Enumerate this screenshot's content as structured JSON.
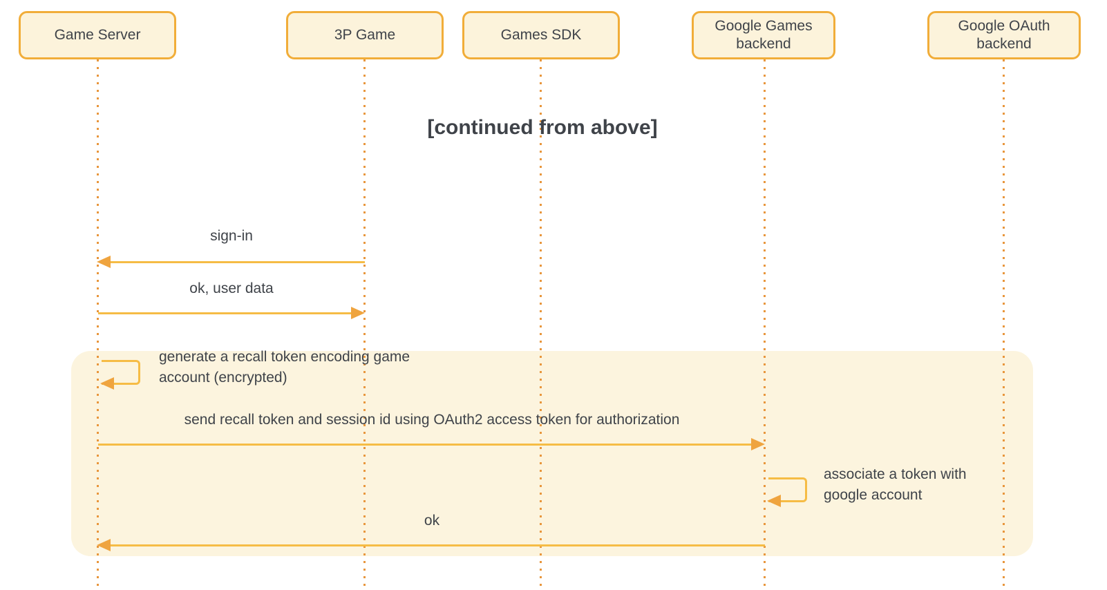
{
  "title": "[continued from above]",
  "colors": {
    "box_fill": "#fcf3db",
    "box_border": "#f1ad39",
    "arrow_line": "#f6bc45",
    "arrow_head": "#efa43f",
    "lifeline_dot": "#e8963c",
    "highlight_fill": "#fcf4de",
    "text": "#3f4349"
  },
  "actors": [
    {
      "label": "Game Server"
    },
    {
      "label": "3P Game"
    },
    {
      "label": "Games SDK"
    },
    {
      "label": "Google Games backend"
    },
    {
      "label": "Google OAuth backend"
    }
  ],
  "messages": [
    {
      "label": "sign-in",
      "from": "3P Game",
      "to": "Game Server",
      "type": "arrow",
      "highlighted": false
    },
    {
      "label": "ok, user data",
      "from": "Game Server",
      "to": "3P Game",
      "type": "arrow",
      "highlighted": false
    },
    {
      "label": "generate a recall token encoding game account (encrypted)",
      "from": "Game Server",
      "to": "Game Server",
      "type": "self",
      "highlighted": true
    },
    {
      "label": "send recall token and session id using OAuth2 access token for authorization",
      "from": "Game Server",
      "to": "Google Games backend",
      "type": "arrow",
      "highlighted": true
    },
    {
      "label": "associate a token with google account",
      "from": "Google Games backend",
      "to": "Google Games backend",
      "type": "self",
      "highlighted": true
    },
    {
      "label": "ok",
      "from": "Google Games backend",
      "to": "Game Server",
      "type": "arrow",
      "highlighted": true
    }
  ]
}
